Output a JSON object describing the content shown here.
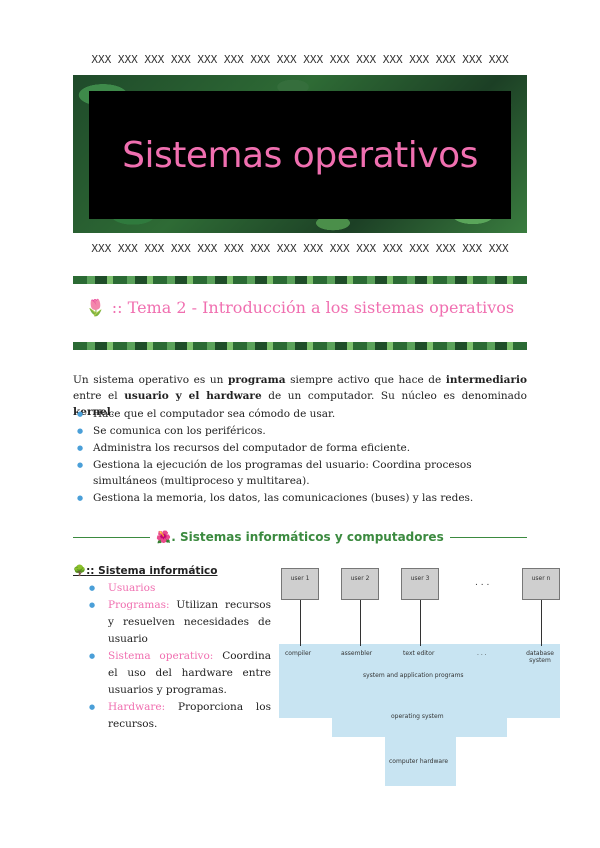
{
  "xline": "XXX XXX XXX XXX XXX XXX XXX XXX XXX XXX XXX XXX XXX XXX XXX XXX",
  "banner_title": "Sistemas operativos",
  "heading": {
    "icon": "🌷",
    "text": ":: Tema 2 - Introducción a los sistemas operativos"
  },
  "intro": {
    "p1": "Un sistema operativo es un ",
    "b1": "programa",
    "p2": " siempre activo que hace de ",
    "b2": "intermediario",
    "p3": " entre el ",
    "b3": "usuario y el hardware",
    "p4": " de un computador. Su núcleo es denominado ",
    "b4": "kernel",
    "p5": "."
  },
  "bullets": [
    "Hace que el computador sea cómodo de usar.",
    "Se comunica con los periféricos.",
    "Administra los recursos del computador de forma eficiente.",
    "Gestiona la ejecución de los programas del usuario: Coordina procesos simultáneos (multiproceso y multitarea).",
    "Gestiona la memoria, los datos, las comunicaciones (buses) y las redes."
  ],
  "section": {
    "icon": "🌺",
    "text": ". Sistemas informáticos y computadores"
  },
  "subsection": {
    "icon": "🌳",
    "text": ":: Sistema informático"
  },
  "items": [
    {
      "term": "Usuarios",
      "desc": ""
    },
    {
      "term": "Programas:",
      "desc": " Utilizan recursos y resuelven necesidades de usuario"
    },
    {
      "term": "Sistema operativo:",
      "desc": " Coordina el uso del hardware entre usuarios y programas."
    },
    {
      "term": "Hardware:",
      "desc": " Proporciona los recursos."
    }
  ],
  "diagram": {
    "users": [
      "user 1",
      "user 2",
      "user 3",
      "user n"
    ],
    "dots_top": ". . .",
    "programs": [
      "compiler",
      "assembler",
      "text editor",
      ". . .",
      "database system"
    ],
    "app_layer": "system and application programs",
    "os_layer": "operating system",
    "hw_layer": "computer hardware"
  }
}
